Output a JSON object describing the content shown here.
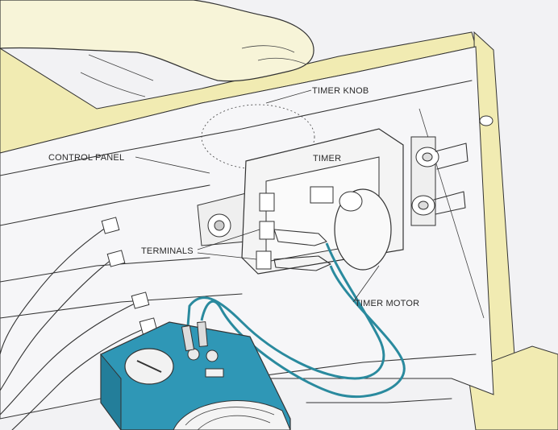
{
  "labels": {
    "timer_knob": "TIMER KNOB",
    "control_panel": "CONTROL PANEL",
    "timer": "TIMER",
    "terminals": "TERMINALS",
    "timer_motor": "TIMER MOTOR"
  },
  "colors": {
    "panel_yellow": "#f1ebb2",
    "panel_light": "#f5f5f7",
    "meter_teal": "#2f97b6",
    "probe_wire": "#2a8a9e",
    "ink": "#333333"
  }
}
